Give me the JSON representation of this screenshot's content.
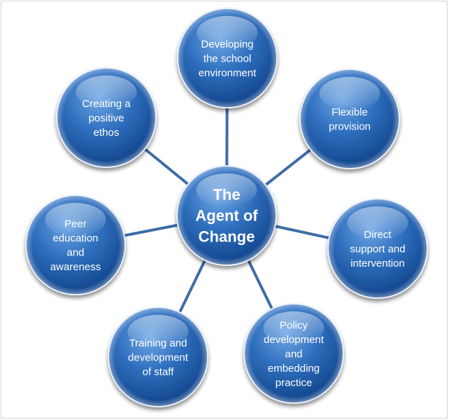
{
  "colors": {
    "node_fill": "#2f6fbe",
    "node_fill_dark": "#0e3f85",
    "node_highlight": "#6fa6e4",
    "connector": "#3d6da6"
  },
  "center": {
    "lines": [
      "The",
      "Agent of",
      "Change"
    ]
  },
  "nodes": [
    {
      "id": "school-environment",
      "lines": [
        "Developing",
        "the school",
        "environment"
      ]
    },
    {
      "id": "flexible-provision",
      "lines": [
        "Flexible",
        "provision"
      ]
    },
    {
      "id": "direct-support",
      "lines": [
        "Direct",
        "support and",
        "intervention"
      ]
    },
    {
      "id": "policy-development",
      "lines": [
        "Policy",
        "development",
        "and",
        "embedding",
        "practice"
      ]
    },
    {
      "id": "training-staff",
      "lines": [
        "Training and",
        "development",
        "of staff"
      ]
    },
    {
      "id": "peer-education",
      "lines": [
        "Peer",
        "education",
        "and",
        "awareness"
      ]
    },
    {
      "id": "positive-ethos",
      "lines": [
        "Creating a",
        "positive",
        "ethos"
      ]
    }
  ]
}
